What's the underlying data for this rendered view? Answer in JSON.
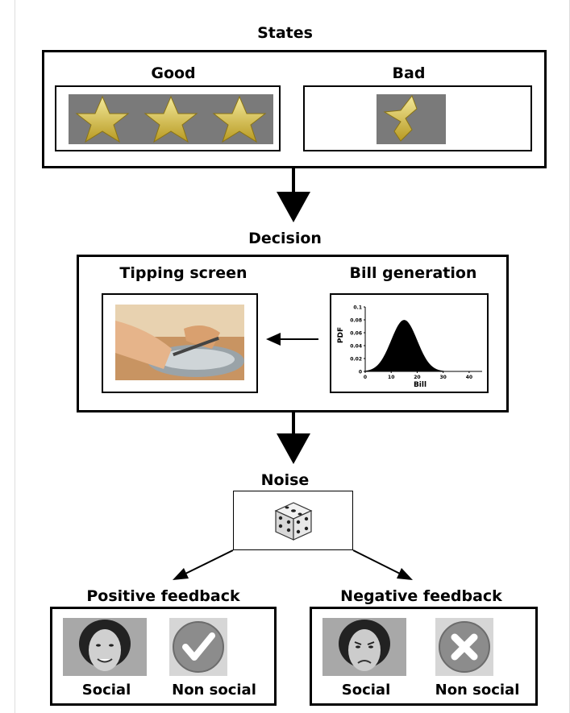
{
  "states": {
    "title": "States",
    "good_label": "Good",
    "bad_label": "Bad"
  },
  "decision": {
    "title": "Decision",
    "tipping_label": "Tipping screen",
    "bill_label": "Bill generation"
  },
  "bill_chart": {
    "ylabel": "PDF",
    "xlabel": "Bill",
    "y_ticks": [
      "0.1",
      "0.08",
      "0.06",
      "0.04",
      "0.02",
      "0"
    ],
    "x_ticks": [
      "0",
      "10",
      "20",
      "30",
      "40"
    ]
  },
  "chart_data": {
    "type": "area",
    "title": "",
    "xlabel": "Bill",
    "ylabel": "PDF",
    "xlim": [
      0,
      45
    ],
    "ylim": [
      0,
      0.1
    ],
    "distribution": "normal",
    "mean": 15,
    "std": 5
  },
  "noise": {
    "title": "Noise"
  },
  "positive": {
    "title": "Positive feedback",
    "social_label": "Social",
    "nonsocial_label": "Non social"
  },
  "negative": {
    "title": "Negative feedback",
    "social_label": "Social",
    "nonsocial_label": "Non social"
  },
  "colors": {
    "star_gold": "#d9c24a",
    "photo_bg": "#7a7a7a",
    "badge_gray": "#8c8c8c"
  }
}
